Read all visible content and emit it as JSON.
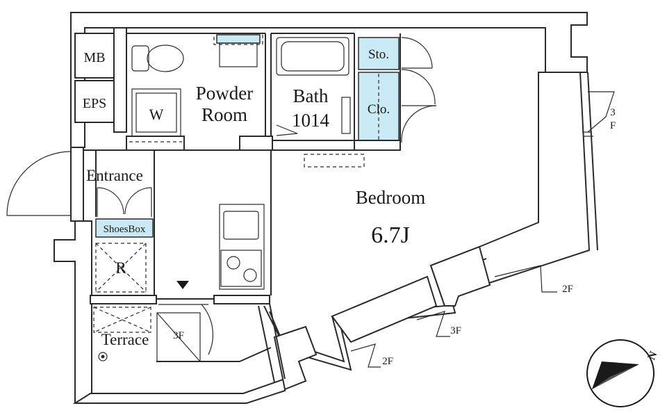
{
  "rooms": {
    "mb": "MB",
    "eps": "EPS",
    "powder_line1": "Powder",
    "powder_line2": "Room",
    "washer": "W",
    "bath_line1": "Bath",
    "bath_line2": "1014",
    "storage": "Sto.",
    "closet": "Clo.",
    "entrance": "Entrance",
    "shoes_box": "ShoesBox",
    "refrigerator": "R",
    "bedroom": "Bedroom",
    "bedroom_size": "6.7J",
    "terrace": "Terrace"
  },
  "annotations": {
    "unit_3f_terrace": "3F",
    "unit_3f_right_1": "3",
    "unit_3f_right_2": "F",
    "unit_3f_bottom": "3F",
    "unit_2f_right": "2F",
    "unit_2f_bottom": "2F"
  },
  "compass": {
    "label": "N",
    "icon": "compass-icon"
  },
  "colors": {
    "highlight": "#c9e9f4",
    "line": "#2a2a2a"
  }
}
